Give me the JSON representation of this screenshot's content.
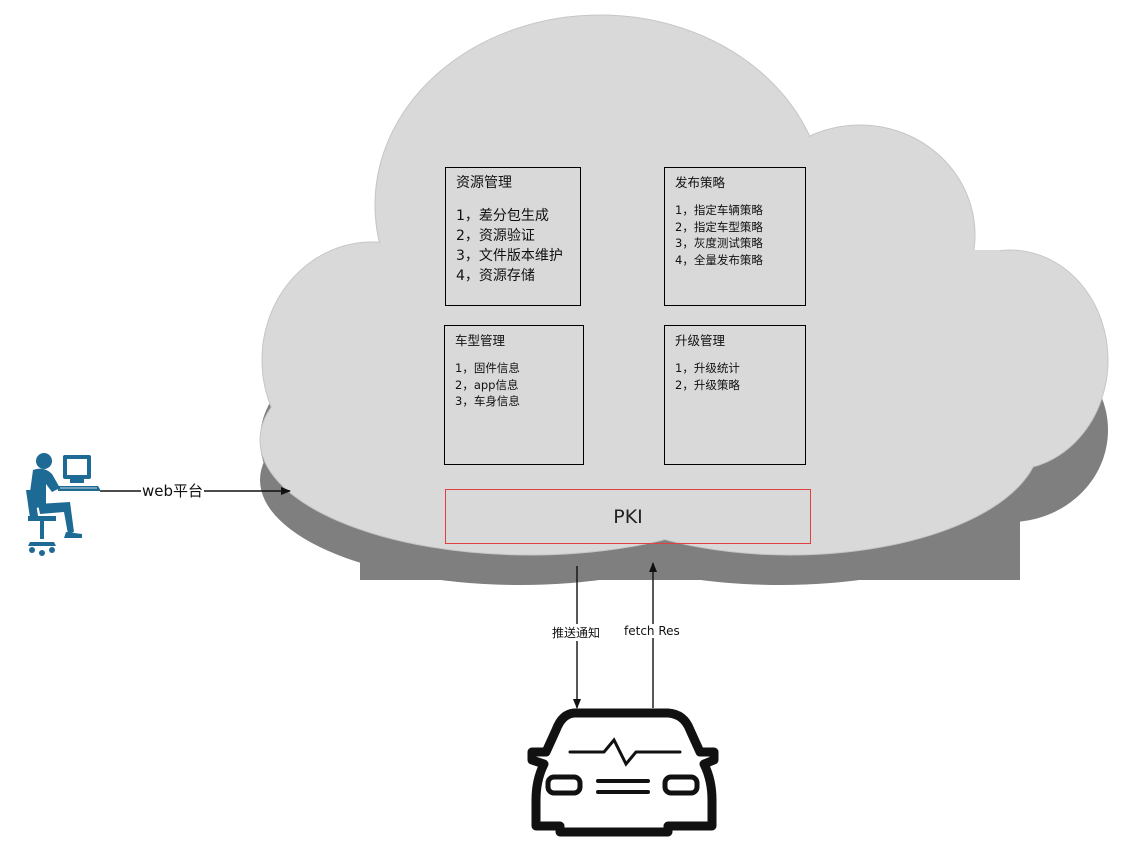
{
  "cloud": {
    "modules": {
      "resource": {
        "title": "资源管理",
        "items": [
          "1，差分包生成",
          "2，资源验证",
          "3，文件版本维护",
          "4，资源存储"
        ]
      },
      "release": {
        "title": "发布策略",
        "items": [
          "1，指定车辆策略",
          "2，指定车型策略",
          "3，灰度测试策略",
          "4，全量发布策略"
        ]
      },
      "model": {
        "title": "车型管理",
        "items": [
          "1，固件信息",
          "2，app信息",
          "3，车身信息"
        ]
      },
      "upgrade": {
        "title": "升级管理",
        "items": [
          "1，升级统计",
          "2，升级策略"
        ]
      }
    },
    "pki": "PKI"
  },
  "edges": {
    "web": "web平台",
    "push": "推送通知",
    "fetch": "fetch Res"
  },
  "icons": {
    "user": "user-at-computer-icon",
    "car": "car-front-icon"
  },
  "colors": {
    "cloud_fill": "#d9d9d9",
    "cloud_shadow": "#7f7f7f",
    "user_icon": "#1d6a94",
    "pki_border": "#e04040"
  }
}
